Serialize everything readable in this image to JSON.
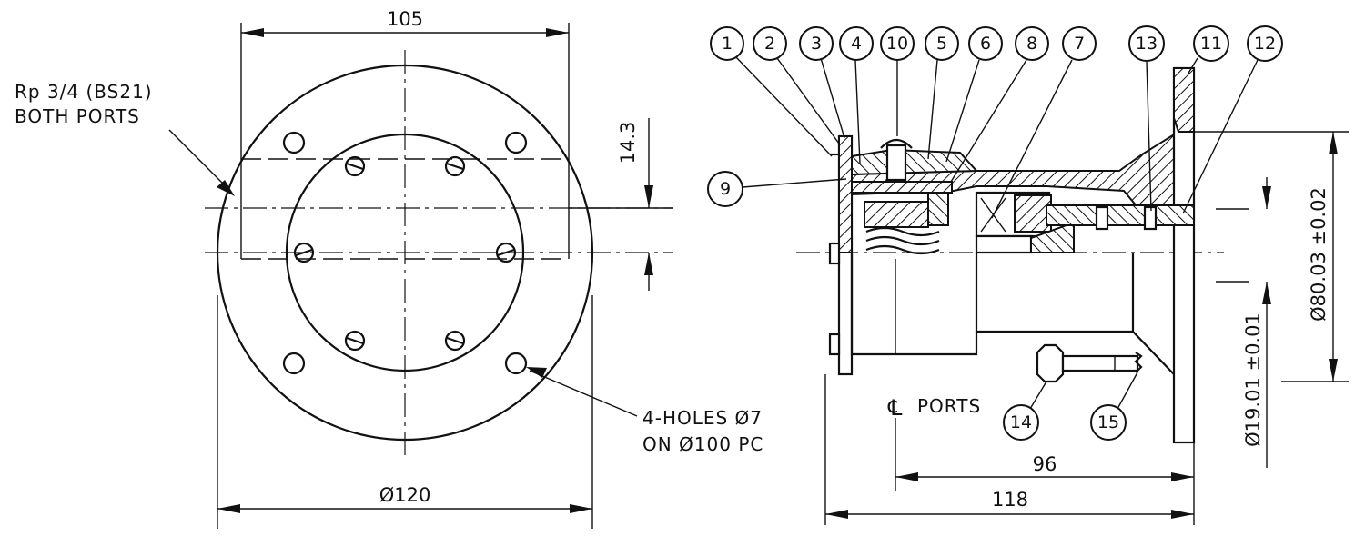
{
  "front_view": {
    "dim_top": "105",
    "dim_bottom": "Ø120",
    "dim_offset": "14.3",
    "port_note_line1": "Rp 3/4 (BS21)",
    "port_note_line2": "BOTH PORTS",
    "hole_note_line1": "4-HOLES Ø7",
    "hole_note_line2": "ON Ø100 PC"
  },
  "side_view": {
    "dim_96": "96",
    "dim_118": "118",
    "dim_shaft": "Ø19.01 ±0.01",
    "dim_spigot": "Ø80.03 ±0.02",
    "ports_label": "PORTS",
    "centerline_symbol": "℄"
  },
  "balloons": [
    {
      "id": "1"
    },
    {
      "id": "2"
    },
    {
      "id": "3"
    },
    {
      "id": "4"
    },
    {
      "id": "10"
    },
    {
      "id": "5"
    },
    {
      "id": "6"
    },
    {
      "id": "8"
    },
    {
      "id": "7"
    },
    {
      "id": "13"
    },
    {
      "id": "11"
    },
    {
      "id": "12"
    },
    {
      "id": "9"
    },
    {
      "id": "14"
    },
    {
      "id": "15"
    }
  ]
}
